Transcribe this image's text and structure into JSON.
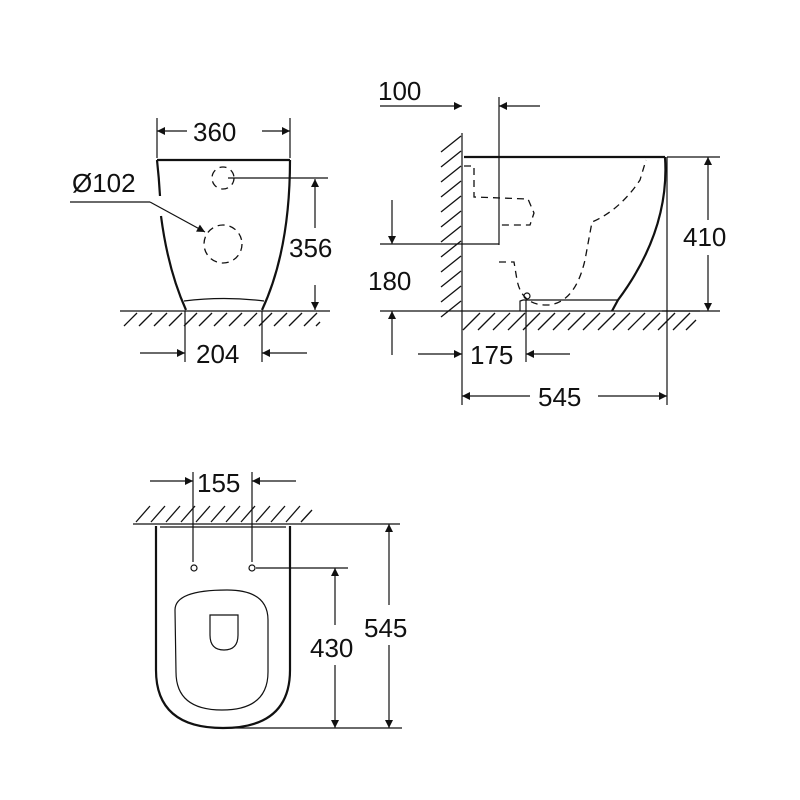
{
  "drawing": {
    "type": "technical dimension drawing",
    "subject": "floor-standing back-to-wall toilet",
    "views": {
      "front": {
        "width_top": "360",
        "outlet_diameter": "Ø102",
        "outlet_height": "356",
        "base_width": "204"
      },
      "side": {
        "wall_to_inlet": "100",
        "inlet_height": "180",
        "wall_to_fixing": "175",
        "total_depth": "545",
        "total_height": "410"
      },
      "top": {
        "fixing_hole_spacing": "155",
        "fixing_to_front": "430",
        "total_depth": "545"
      }
    }
  },
  "colors": {
    "line": "#111111",
    "background": "#ffffff"
  }
}
